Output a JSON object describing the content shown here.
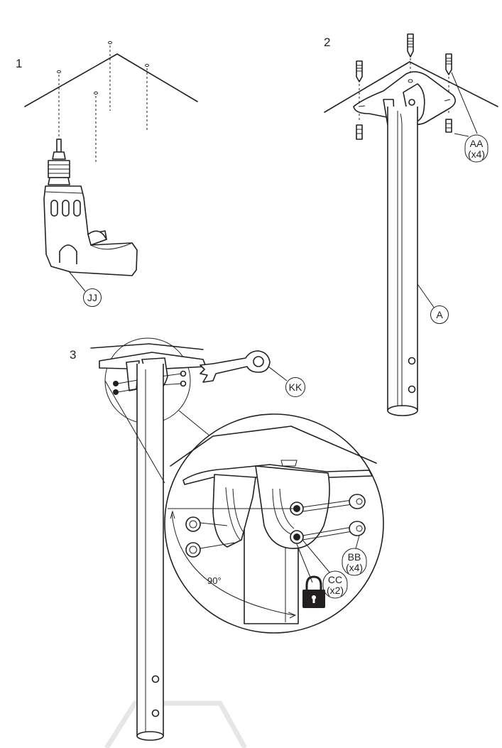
{
  "steps": [
    {
      "number": "1",
      "callouts": [
        {
          "label": "JJ",
          "qty": ""
        }
      ]
    },
    {
      "number": "2",
      "callouts": [
        {
          "label": "AA",
          "qty": "(x4)"
        },
        {
          "label": "A",
          "qty": ""
        }
      ]
    },
    {
      "number": "3",
      "callouts": [
        {
          "label": "KK",
          "qty": ""
        },
        {
          "label": "BB",
          "qty": "(x4)"
        },
        {
          "label": "CC",
          "qty": "(x2)"
        }
      ],
      "angle": "90°"
    }
  ],
  "colors": {
    "ink": "#231f20",
    "watermark": "#e6e6e6",
    "background": "#ffffff"
  },
  "icons": [
    "drill-icon",
    "wrench-icon",
    "padlock-icon",
    "screw-icon",
    "washer-icon",
    "nut-icon"
  ]
}
